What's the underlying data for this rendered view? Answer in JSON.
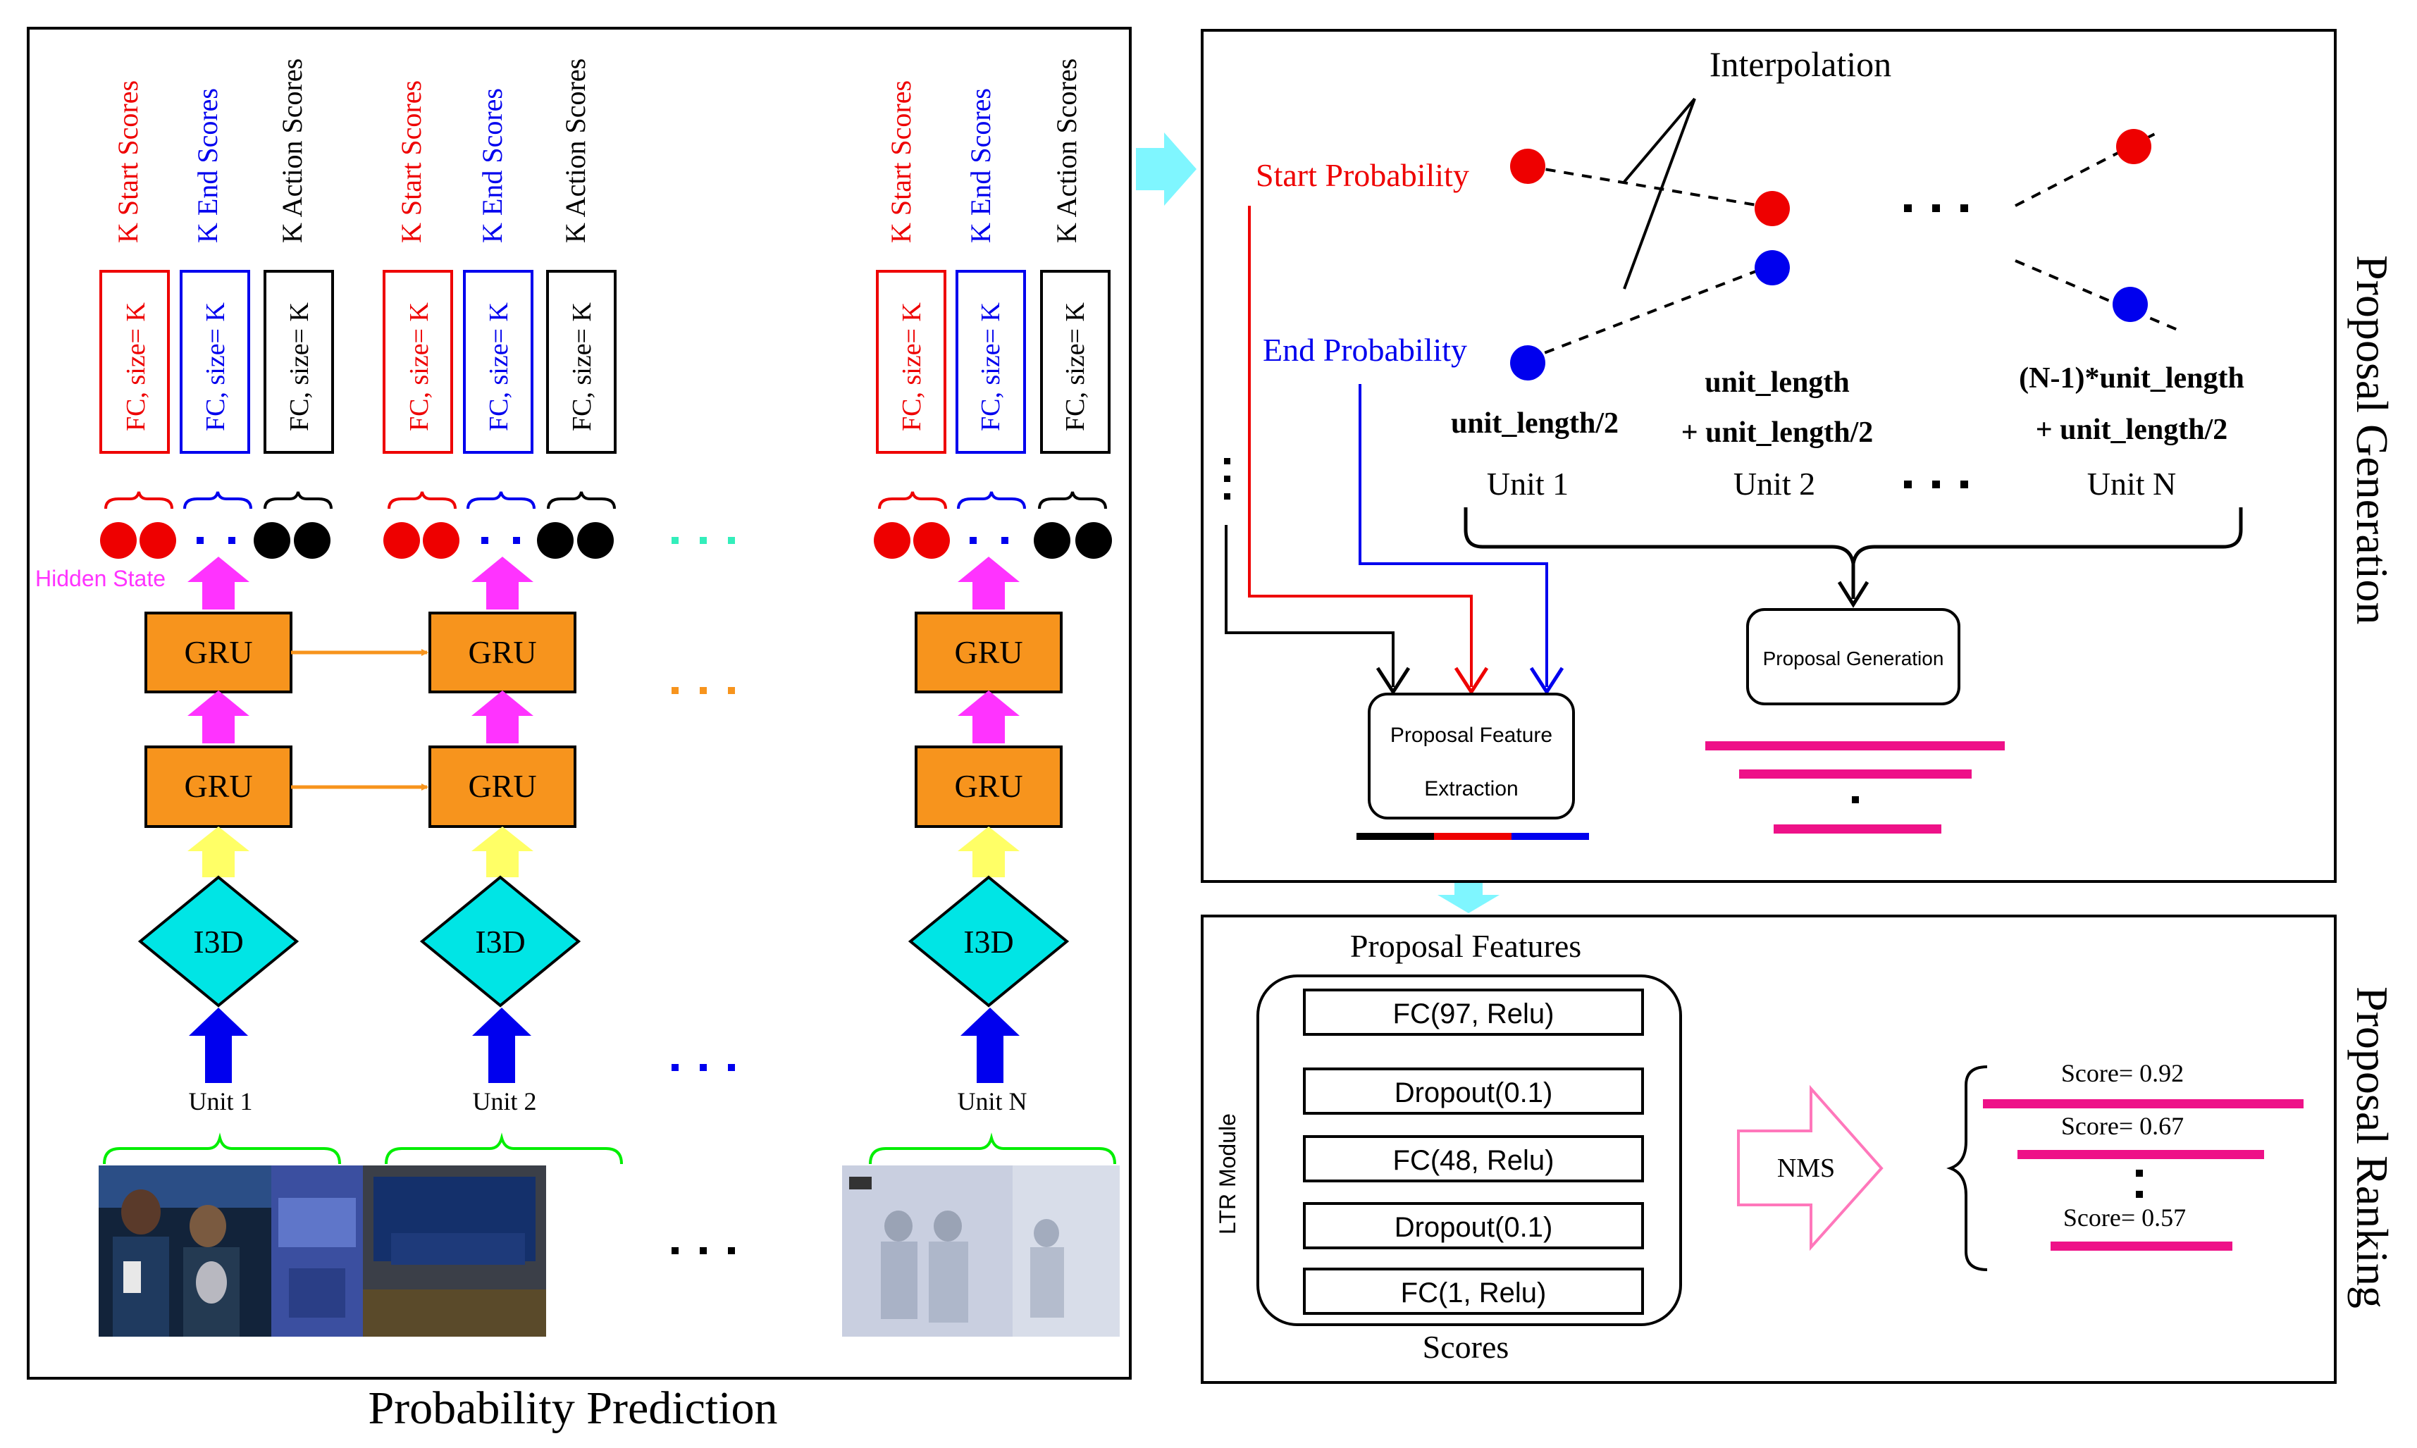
{
  "colors": {
    "red": "#ee0000",
    "blue": "#0000ee",
    "black": "#000000",
    "magenta": "#ff33ff",
    "orange": "#f7941d",
    "gru_fill": "#f7941d",
    "i3d_fill": "#00e5e5",
    "yellow": "#ffff66",
    "green": "#00ee00",
    "mint": "#33eebb",
    "cyan_arrow": "#7ff6ff",
    "pink": "#ee1188",
    "nms_pink": "#ff77bb"
  },
  "left_panel": {
    "caption": "Probability Prediction",
    "score_labels": {
      "start": "K Start Scores",
      "end": "K End Scores",
      "action": "K Action Scores"
    },
    "fc_labels": {
      "start": "FC, size= K",
      "end": "FC, size= K",
      "action": "FC, size= K"
    },
    "hidden_state_label": "Hidden State",
    "gru_label": "GRU",
    "i3d_label": "I3D",
    "units": [
      "Unit 1",
      "Unit 2",
      "Unit N"
    ]
  },
  "top_right_panel": {
    "side_title": "Proposal Generation",
    "interpolation_label": "Interpolation",
    "start_prob_label": "Start Probability",
    "end_prob_label": "End Probability",
    "unit1_time": "unit_length/2",
    "unit2_time_line1": "unit_length",
    "unit2_time_line2": "+ unit_length/2",
    "unitn_time_line1": "(N-1)*unit_length",
    "unitn_time_line2": "+ unit_length/2",
    "units": [
      "Unit 1",
      "Unit 2",
      "Unit N"
    ],
    "feature_box_line1": "Proposal Feature",
    "feature_box_line2": "Extraction",
    "generation_box": "Proposal Generation"
  },
  "bottom_right_panel": {
    "side_title": "Proposal Ranking",
    "features_title": "Proposal Features",
    "module_label": "LTR Module",
    "layers": [
      "FC(97, Relu)",
      "Dropout(0.1)",
      "FC(48, Relu)",
      "Dropout(0.1)",
      "FC(1, Relu)"
    ],
    "scores_label": "Scores",
    "nms_label": "NMS",
    "scores": [
      "Score= 0.92",
      "Score= 0.67",
      "Score= 0.57"
    ]
  }
}
